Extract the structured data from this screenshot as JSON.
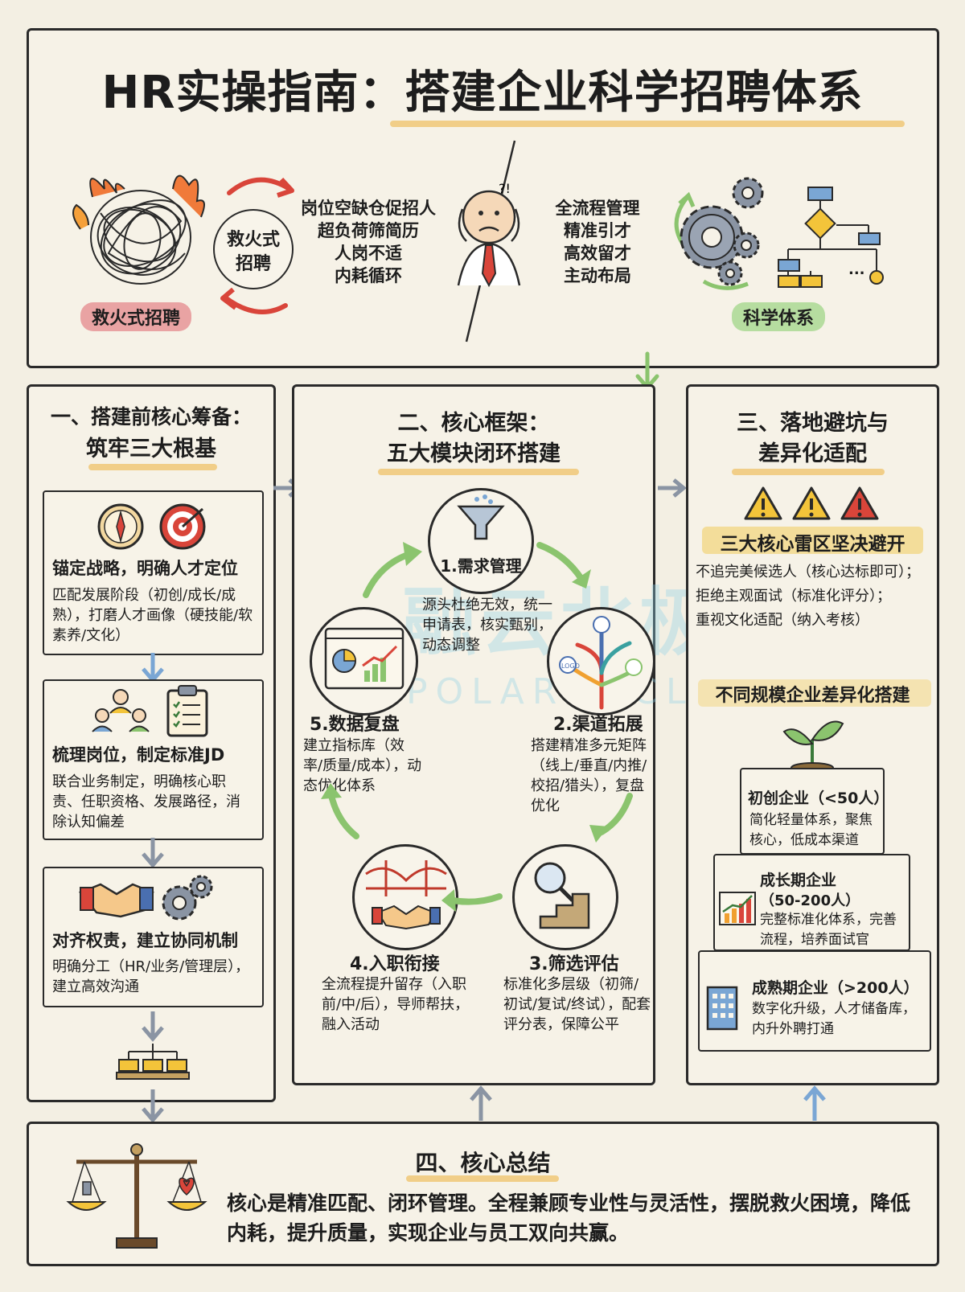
{
  "header": {
    "title": "HR实操指南：搭建企业科学招聘体系",
    "firefight_label": "救火式招聘",
    "cycle_label_line1": "救火式",
    "cycle_label_line2": "招聘",
    "problems": [
      "岗位空缺仓促招人",
      "超负荷筛简历",
      "人岗不适",
      "内耗循环"
    ],
    "benefits": [
      "全流程管理",
      "精准引才",
      "高效留才",
      "主动布局"
    ],
    "science_label": "科学体系",
    "flow_ellipsis": "..."
  },
  "section1": {
    "title_line1": "一、搭建前核心筹备：",
    "title_line2": "筑牢三大根基",
    "items": [
      {
        "heading": "锚定战略，明确人才定位",
        "body": "匹配发展阶段（初创/成长/成熟），打磨人才画像（硬技能/软素养/文化）"
      },
      {
        "heading": "梳理岗位，制定标准JD",
        "body": "联合业务制定，明确核心职责、任职资格、发展路径，消除认知偏差"
      },
      {
        "heading": "对齐权责，建立协同机制",
        "body": "明确分工（HR/业务/管理层），建立高效沟通"
      }
    ]
  },
  "section2": {
    "title_line1": "二、核心框架：",
    "title_line2": "五大模块闭环搭建",
    "modules": [
      {
        "name": "1.需求管理",
        "desc": "源头杜绝无效，统一申请表，核实甄别，动态调整"
      },
      {
        "name": "2.渠道拓展",
        "desc": "搭建精准多元矩阵（线上/垂直/内推/校招/猎头），复盘优化"
      },
      {
        "name": "3.筛选评估",
        "desc": "标准化多层级（初筛/初试/复试/终试），配套评分表，保障公平"
      },
      {
        "name": "4.入职衔接",
        "desc": "全流程提升留存（入职前/中/后），导师帮扶，融入活动"
      },
      {
        "name": "5.数据复盘",
        "desc": "建立指标库（效率/质量/成本），动态优化体系"
      }
    ],
    "channel_logo": "LOGO"
  },
  "section3": {
    "title_line1": "三、落地避坑与",
    "title_line2": "差异化适配",
    "risk_title": "三大核心雷区坚决避开",
    "risks": [
      "不追完美候选人（核心达标即可）；",
      "拒绝主观面试（标准化评分）；",
      "重视文化适配（纳入考核）"
    ],
    "scale_title": "不同规模企业差异化搭建",
    "tiers": [
      {
        "name": "初创企业（<50人）",
        "desc": "简化轻量体系，聚焦核心，低成本渠道"
      },
      {
        "name": "成长期企业",
        "sub": "（50-200人）",
        "desc": "完整标准化体系，完善流程，培养面试官"
      },
      {
        "name": "成熟期企业（>200人）",
        "desc": "数字化升级，人才储备库，内升外聘打通"
      }
    ]
  },
  "section4": {
    "title": "四、核心总结",
    "body": "核心是精准匹配、闭环管理。全程兼顾专业性与灵活性，摆脱救火困境，降低内耗，提升质量，实现企业与员工双向共赢。"
  },
  "watermark": {
    "cn": "融云北极星",
    "en": "POLARIS CLOUD"
  },
  "colors": {
    "background": "#f3efe3",
    "highlight_yellow": "#f0c877",
    "arrow_green": "#8bc46e",
    "warning_red": "#d9453a",
    "warning_yellow": "#f3c43a",
    "watermark": "#8fd0e6"
  }
}
